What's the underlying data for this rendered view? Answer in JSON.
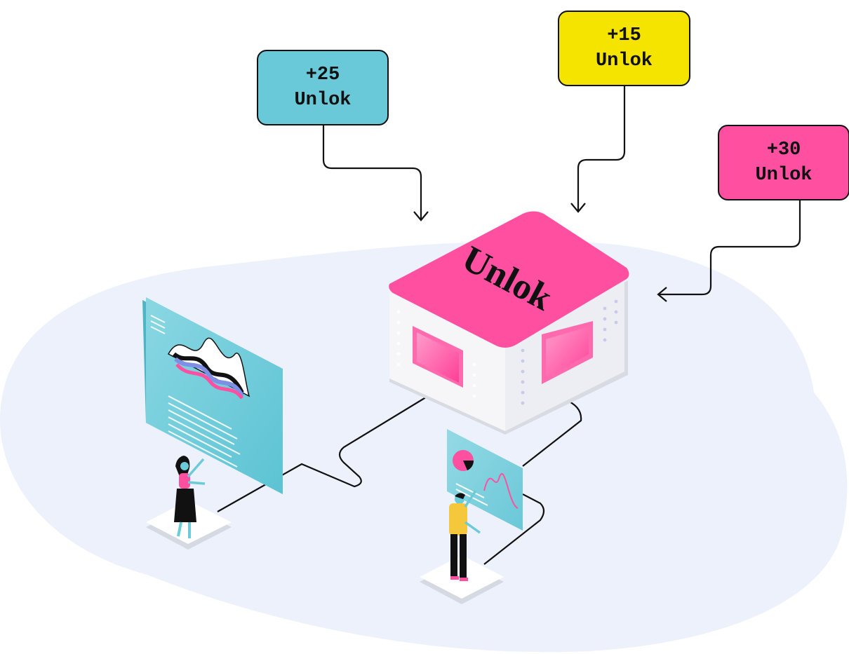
{
  "colors": {
    "background": "#ffffff",
    "blob": "#edf1fb",
    "box_top": "#ff4fa0",
    "box_side": "#f4f4f6",
    "screen": "#6ccbd9",
    "tag_blue": "#6ac9d9",
    "tag_yellow": "#f5e400",
    "tag_pink": "#ff4fa0",
    "line": "#111111"
  },
  "hub": {
    "label": "Unlok"
  },
  "tags": [
    {
      "amount": "+25",
      "label": "Unlok",
      "color": "#6ac9d9"
    },
    {
      "amount": "+15",
      "label": "Unlok",
      "color": "#f5e400"
    },
    {
      "amount": "+30",
      "label": "Unlok",
      "color": "#ff4fa0"
    }
  ],
  "icons": [
    "woman-figure-icon",
    "man-figure-icon",
    "wave-chart-icon",
    "pie-chart-icon"
  ]
}
